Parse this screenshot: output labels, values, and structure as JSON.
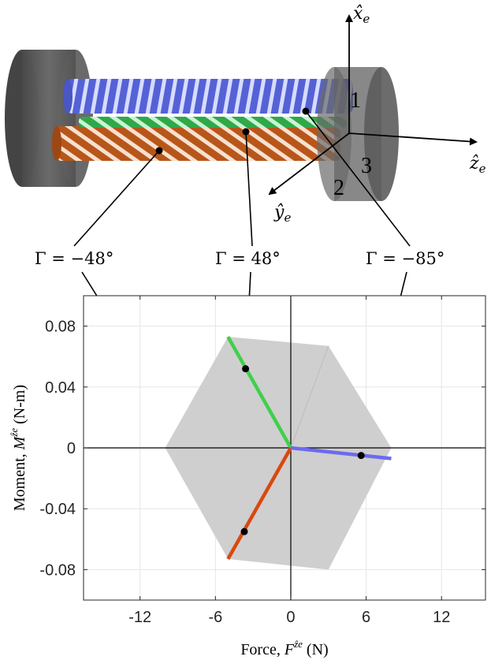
{
  "figure": {
    "colors": {
      "blue": "#6b6bf0",
      "green": "#3fd04a",
      "orange": "#d9480f",
      "hex_fill": "#cccccc",
      "cap": "#5a5a5a",
      "blue_rod": "#5562d6",
      "green_rod": "#3cc55a",
      "orange_rod": "#b8561a"
    },
    "frame_axes": {
      "x_label": "x̂",
      "x_sub": "e",
      "y_label": "ŷ",
      "y_sub": "e",
      "z_label": "ẑ",
      "z_sub": "e"
    },
    "rod_numbers": [
      "1",
      "2",
      "3"
    ],
    "gamma_labels": [
      {
        "text": "Γ = −48°",
        "color": "orange"
      },
      {
        "text": "Γ = 48°",
        "color": "green"
      },
      {
        "text": "Γ = −85°",
        "color": "blue"
      }
    ]
  },
  "chart_data": {
    "type": "line",
    "xlabel_main": "Force, ",
    "xlabel_sym": "F",
    "xlabel_sup": "ẑe",
    "xlabel_unit": " (N)",
    "ylabel_main": "Moment, ",
    "ylabel_sym": "M",
    "ylabel_sup": "ẑe",
    "ylabel_unit": " (N-m)",
    "xlim": [
      -16.5,
      15.5
    ],
    "ylim": [
      -0.1,
      0.1
    ],
    "xticks": [
      -12,
      -6,
      0,
      6,
      12
    ],
    "xtick_labels": [
      "-12",
      "-6",
      "0",
      "6",
      "12"
    ],
    "yticks": [
      -0.08,
      -0.04,
      0,
      0.04,
      0.08
    ],
    "ytick_labels": [
      "-0.08",
      "-0.04",
      "0",
      "0.04",
      "0.08"
    ],
    "grid": true,
    "hexagon": [
      [
        -5,
        0.073
      ],
      [
        3,
        0.067
      ],
      [
        8,
        0.0
      ],
      [
        3,
        -0.08
      ],
      [
        -5,
        -0.073
      ],
      [
        -10,
        0.0
      ]
    ],
    "series": [
      {
        "color_key": "green",
        "points": [
          [
            0,
            0
          ],
          [
            -5,
            0.073
          ]
        ],
        "marker": [
          -3.6,
          0.052
        ]
      },
      {
        "color_key": "orange",
        "points": [
          [
            0,
            0
          ],
          [
            -5,
            -0.073
          ]
        ],
        "marker": [
          -3.7,
          -0.055
        ]
      },
      {
        "color_key": "blue",
        "points": [
          [
            0,
            0
          ],
          [
            8,
            -0.007
          ]
        ],
        "marker": [
          5.6,
          -0.005
        ]
      }
    ]
  }
}
